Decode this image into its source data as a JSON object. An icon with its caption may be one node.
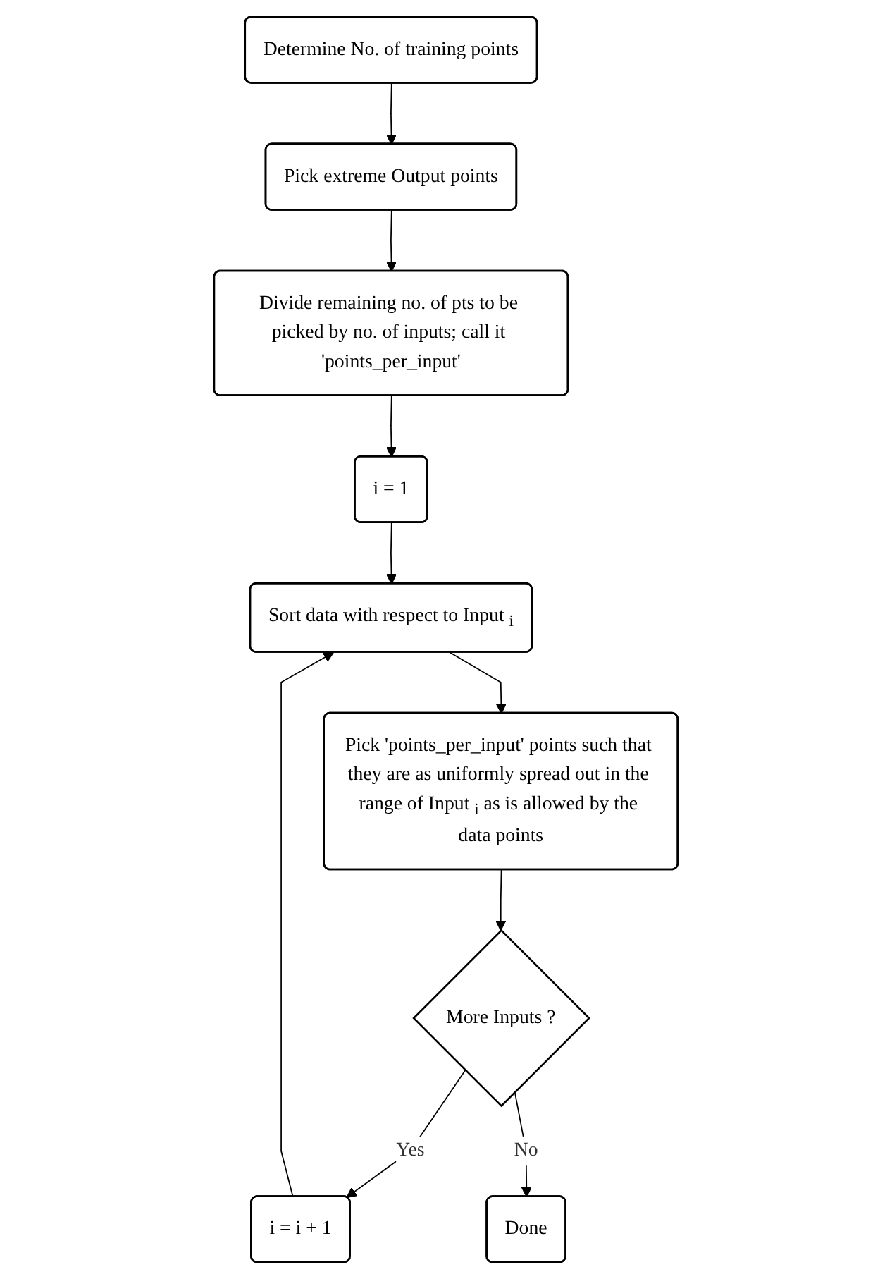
{
  "diagram": {
    "nodes": [
      {
        "text": [
          "Determine No. of training points"
        ]
      },
      {
        "text": [
          "Pick extreme Output points"
        ]
      },
      {
        "text": [
          "Divide remaining no. of pts to be picked by no. of inputs; call it 'points_per_input'"
        ]
      },
      {
        "text": [
          "i = 1"
        ]
      },
      {
        "text": [
          "Sort data with respect to Input $_{i}$"
        ]
      },
      {
        "text": [
          "i = i + 1"
        ]
      },
      {
        "text": [
          "Pick 'points_per_input' points such that they are as uniformly spread out in the range of Input $_{i}$ as is allowed by the data points"
        ]
      },
      {
        "text": [
          "More Inputs ?"
        ]
      },
      {
        "text": [
          "Done"
        ]
      }
    ],
    "edges": [
      {
        "from": 0,
        "to": 1,
        "arrow": "to"
      },
      {
        "from": 1,
        "to": 2,
        "arrow": "to"
      },
      {
        "from": 2,
        "to": 3,
        "arrow": "to"
      },
      {
        "from": 3,
        "to": 4,
        "arrow": "to"
      },
      {
        "from": 4,
        "to": 6,
        "arrow": "to"
      },
      {
        "from": 6,
        "to": 7,
        "arrow": "to"
      },
      {
        "from": 7,
        "to": 5,
        "label": "Yes",
        "arrow": "to"
      },
      {
        "from": 5,
        "to": 4,
        "arrow": "to"
      },
      {
        "from": 7,
        "to": 8,
        "label": "No",
        "arrow": "to"
      }
    ]
  }
}
